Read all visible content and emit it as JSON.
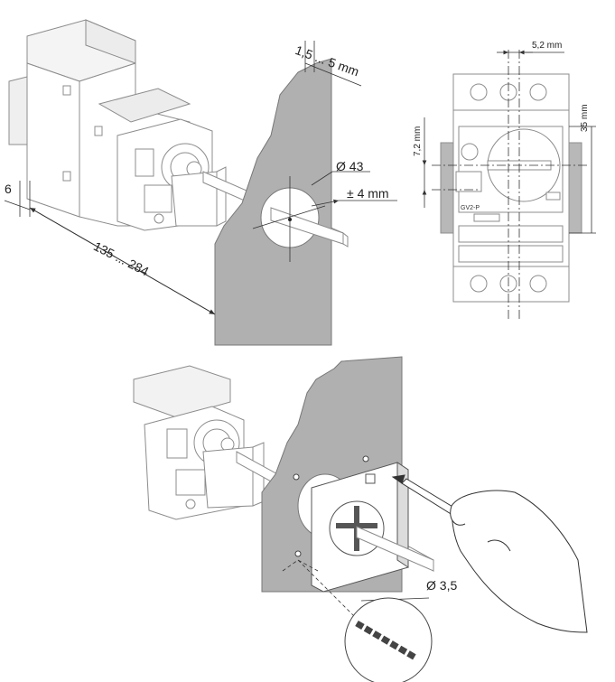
{
  "top_diagram": {
    "dim_thickness": "1,5 ... 5 mm",
    "dim_hole_diameter": "Ø 43",
    "dim_tolerance": "± 4 mm",
    "dim_offset": "6",
    "dim_depth": "135 ... 284"
  },
  "front_view": {
    "dim_horizontal": "5,2 mm",
    "dim_vertical": "35 mm",
    "dim_left": "7,2 mm",
    "model_label": "GV2-P"
  },
  "bottom_diagram": {
    "dim_drill": "Ø 3,5"
  },
  "colors": {
    "panel": "#b0b0b0",
    "line": "#555555",
    "part": "#8c8c8c"
  }
}
